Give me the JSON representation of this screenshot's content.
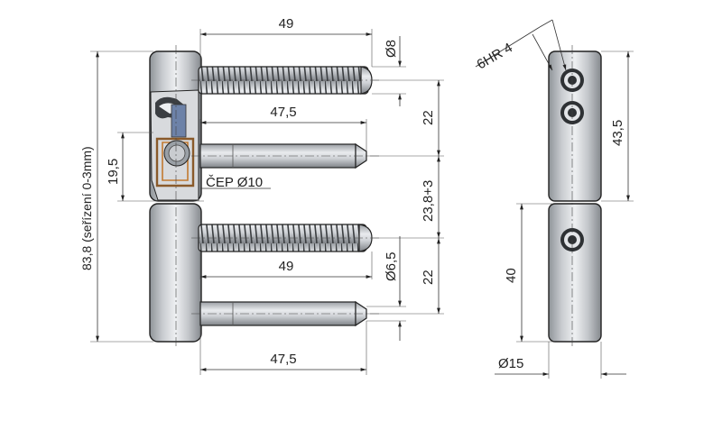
{
  "dimensions": {
    "screw_length_top": "49",
    "screw_diameter": "Ø8",
    "pin_length_top": "47,5",
    "spacing_top_right": "22",
    "adjust_height": "19,5",
    "overall_height": "83,8 (seřízení 0-3mm)",
    "pin_label": "ČEP Ø10",
    "middle_spacing": "23,8+3",
    "screw_length_bottom": "49",
    "screw_diameter_bottom": "Ø6,5",
    "spacing_bottom_right": "22",
    "pin_length_bottom": "47,5",
    "hex_socket": "6HR 4",
    "side_top_height": "43,5",
    "side_bottom_height": "40",
    "barrel_diameter": "Ø15"
  }
}
